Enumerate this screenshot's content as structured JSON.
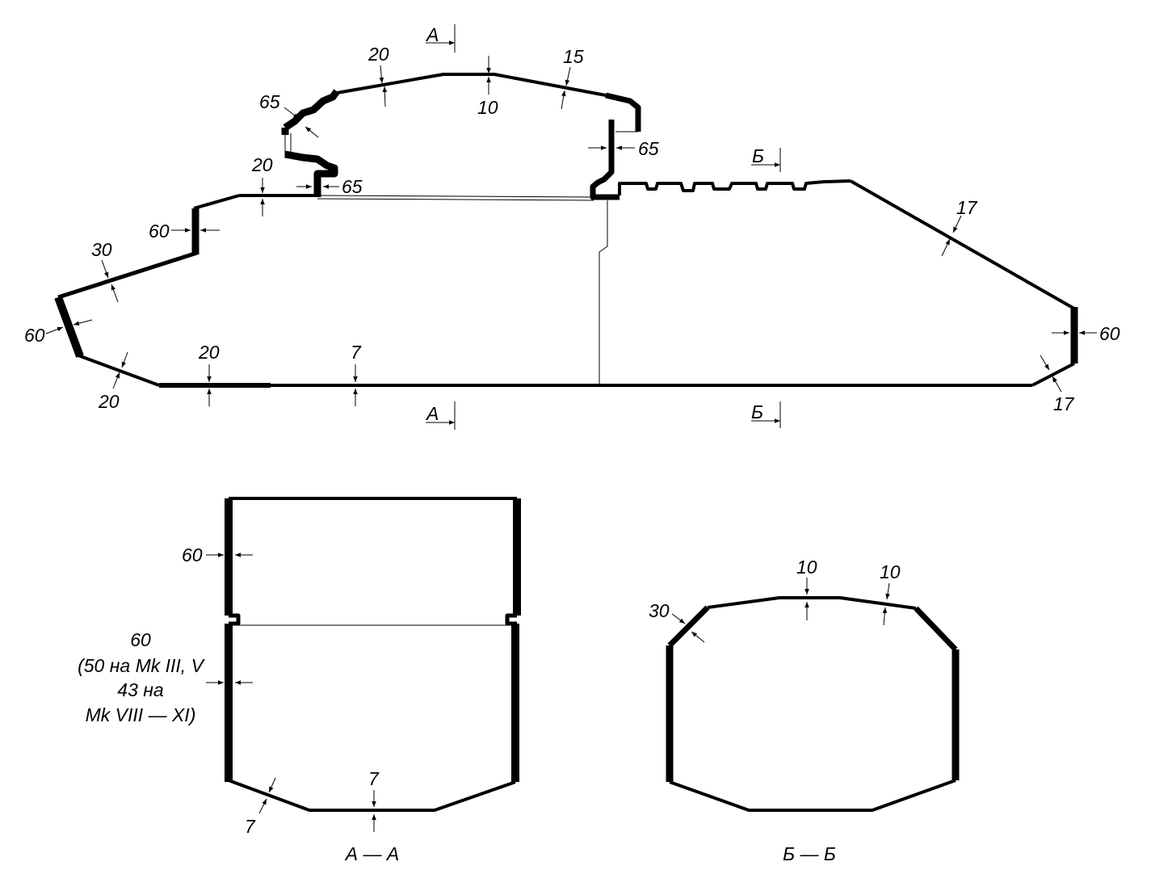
{
  "hull_side": {
    "thickness_labels": {
      "turret_roof_front": "20",
      "turret_roof_top": "10",
      "turret_roof_rear": "15",
      "mantlet_top": "65",
      "turret_rear": "65",
      "turret_ring_front": "65",
      "hull_roof_front": "20",
      "driver_plate": "60",
      "glacis": "30",
      "nose": "60",
      "lower_nose": "20",
      "belly_front": "20",
      "belly": "7",
      "engine_deck": "17",
      "tail": "60",
      "lower_tail": "17"
    },
    "section_marks": {
      "a_top": "А",
      "a_bottom": "А",
      "b_top": "Б",
      "b_bottom": "Б"
    }
  },
  "section_a": {
    "title": "А — А",
    "side_upper": "60",
    "side_lower_lines": [
      "60",
      "(50 на Mk III, V",
      "43 на",
      "Mk VIII — XI)"
    ],
    "bottom": "7",
    "bottom_chamfer": "7"
  },
  "section_b": {
    "title": "Б — Б",
    "roof_left": "10",
    "roof_right": "10",
    "chamfer": "30"
  }
}
